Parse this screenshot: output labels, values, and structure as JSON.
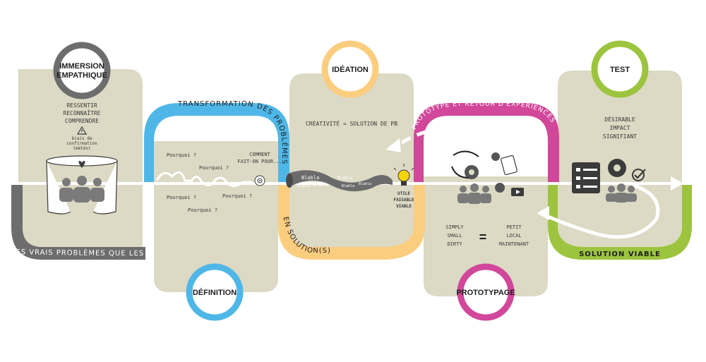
{
  "colors": {
    "panel": "#dcd9c4",
    "gray_band": "#6d6d6d",
    "blue": "#4fb7e8",
    "orange": "#fbcd7e",
    "magenta": "#d1479a",
    "green": "#9cc43f",
    "dark": "#3b3b3b"
  },
  "stages": {
    "immersion": {
      "title_line1": "IMMERSION",
      "title_line2": "EMPATHIQUE",
      "lines": [
        "RESSENTIR",
        "RECONNAÎTRE",
        "COMPRENDRE"
      ],
      "warning_icon": "warning-triangle-icon",
      "bias_lines": [
        "biais de",
        "confirmation",
        "(météo)"
      ]
    },
    "definition": {
      "title": "DÉFINITION",
      "pourquoi": [
        "Pourquoi ?",
        "Pourquoi ?",
        "Pourquoi ?",
        "Pourquoi ?",
        "Pourquoi ?"
      ],
      "comment_line1": "COMMENT",
      "comment_line2": "FAIT-ON POUR...",
      "target_icon": "target-icon"
    },
    "ideation": {
      "title": "IDÉATION",
      "creativity": "CRÉATIVITÉ = SOLUTION DE PB",
      "blabla": [
        "Blabla",
        "Blabla",
        "Blabla",
        "Blabla",
        "Blabla",
        "Blabla"
      ],
      "bulb_icon": "lightbulb-icon",
      "result_lines": [
        "UTILE",
        "FAISABLE",
        "VIABLE"
      ]
    },
    "prototypage": {
      "title": "PROTOTYPAGE",
      "left_lines": [
        "SIMPLY",
        "SMALL",
        "DIRTY"
      ],
      "equals": "=",
      "right_lines": [
        "PETIT",
        "LOCAL",
        "MAINTENANT"
      ]
    },
    "test": {
      "title": "TEST",
      "lines": [
        "DÉSIRABLE",
        "IMPACT",
        "SIGNIFIANT"
      ]
    }
  },
  "banners": {
    "gray": "LES VRAIS PROBLÈMES QUE LES PERSONNES RENCONTRENT",
    "blue": "TRANSFORMATION DES PROBLÈMES",
    "orange": "EN SOLUTION(S)",
    "magenta": "PROTOTYPE ET RETOUR D'EXPÉRIENCES",
    "green": "SOLUTION VIABLE"
  }
}
